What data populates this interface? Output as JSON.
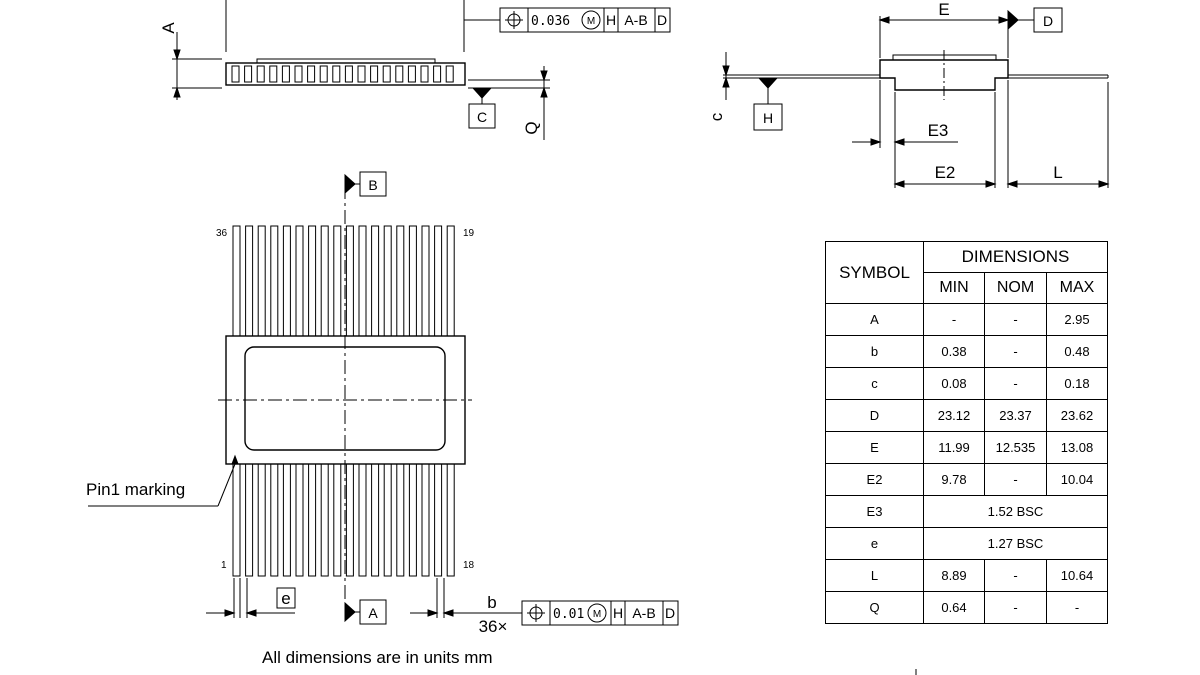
{
  "side_view": {
    "label_A": "A",
    "label_Q": "Q",
    "datum_C": "C",
    "fcf": {
      "tolerance": "0.036",
      "modifier": "M",
      "refs": [
        "H",
        "A-B",
        "D"
      ]
    }
  },
  "end_view": {
    "label_E": "E",
    "label_E2": "E2",
    "label_E3": "E3",
    "label_L": "L",
    "label_c": "c",
    "datum_H": "H",
    "datum_D": "D"
  },
  "top_view": {
    "datum_B": "B",
    "datum_A": "A",
    "pin_36": "36",
    "pin_19": "19",
    "pin_1": "1",
    "pin_18": "18",
    "pin1_marking": "Pin1 marking",
    "label_e": "e",
    "label_b": "b",
    "count": "36×",
    "fcf": {
      "tolerance": "0.01",
      "modifier": "M",
      "refs": [
        "H",
        "A-B",
        "D"
      ]
    }
  },
  "table": {
    "symbol_header": "SYMBOL",
    "dimensions_header": "DIMENSIONS",
    "subheaders": [
      "MIN",
      "NOM",
      "MAX"
    ],
    "rows": [
      {
        "symbol": "A",
        "min": "-",
        "nom": "-",
        "max": "2.95"
      },
      {
        "symbol": "b",
        "min": "0.38",
        "nom": "-",
        "max": "0.48"
      },
      {
        "symbol": "c",
        "min": "0.08",
        "nom": "-",
        "max": "0.18"
      },
      {
        "symbol": "D",
        "min": "23.12",
        "nom": "23.37",
        "max": "23.62"
      },
      {
        "symbol": "E",
        "min": "11.99",
        "nom": "12.535",
        "max": "13.08"
      },
      {
        "symbol": "E2",
        "min": "9.78",
        "nom": "-",
        "max": "10.04"
      },
      {
        "symbol": "E3",
        "span": "1.52 BSC"
      },
      {
        "symbol": "e",
        "span": "1.27 BSC"
      },
      {
        "symbol": "L",
        "min": "8.89",
        "nom": "-",
        "max": "10.64"
      },
      {
        "symbol": "Q",
        "min": "0.64",
        "nom": "-",
        "max": "-"
      }
    ]
  },
  "note": "All dimensions are in units mm"
}
